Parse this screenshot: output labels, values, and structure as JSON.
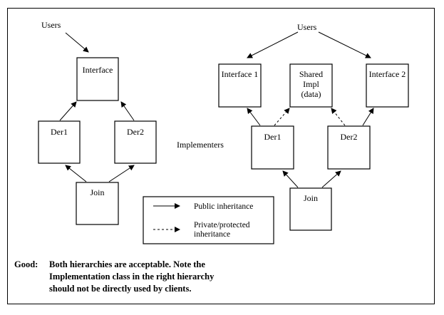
{
  "left": {
    "users": "Users",
    "interface": "Interface",
    "der1": "Der1",
    "der2": "Der2",
    "join": "Join"
  },
  "middle": {
    "implementers": "Implementers"
  },
  "right": {
    "users": "Users",
    "interface1": "Interface 1",
    "shared_impl": [
      "Shared",
      "Impl",
      "(data)"
    ],
    "interface2": "Interface 2",
    "der1": "Der1",
    "der2": "Der2",
    "join": "Join"
  },
  "legend": {
    "public": "Public inheritance",
    "private": [
      "Private/protected",
      "inheritance"
    ]
  },
  "caption": {
    "label": "Good:",
    "lines": [
      "Both hierarchies are acceptable. Note the",
      "Implementation class in the right hierarchy",
      "should not be directly used by clients."
    ]
  }
}
